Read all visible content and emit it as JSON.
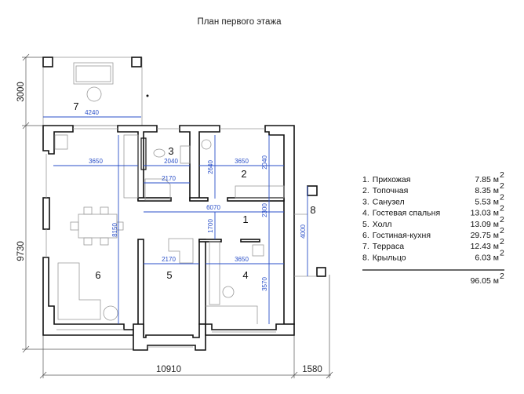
{
  "title": "План первого этажа",
  "rooms": [
    {
      "num": "1",
      "name": "Прихожая",
      "area": "7.85"
    },
    {
      "num": "2",
      "name": "Топочная",
      "area": "8.35"
    },
    {
      "num": "3",
      "name": "Санузел",
      "area": "5.53"
    },
    {
      "num": "4",
      "name": "Гостевая спальня",
      "area": "13.03"
    },
    {
      "num": "5",
      "name": "Холл",
      "area": "13.09"
    },
    {
      "num": "6",
      "name": "Гостиная-кухня",
      "area": "29.75"
    },
    {
      "num": "7",
      "name": "Терраса",
      "area": "12.43"
    },
    {
      "num": "8",
      "name": "Крыльцо",
      "area": "6.03"
    }
  ],
  "unit": "м",
  "unit_sup": "2",
  "total": "96.05",
  "dimensions": {
    "terrace_depth": "3000",
    "terrace_width": "4240",
    "overall_height": "9730",
    "overall_width": "10910",
    "porch_width": "1580",
    "porch_length": "4000",
    "living_width": "3650",
    "bath_width": "2040",
    "bath_lower": "2170",
    "boiler_width": "3650",
    "boiler_height_a": "2640",
    "boiler_height_b": "2040",
    "hall_width": "6070",
    "hall_height_a": "2300",
    "hall_height_b": "1700",
    "living_height": "8150",
    "foyer_width": "2170",
    "guest_width": "3650",
    "guest_height": "3570"
  }
}
